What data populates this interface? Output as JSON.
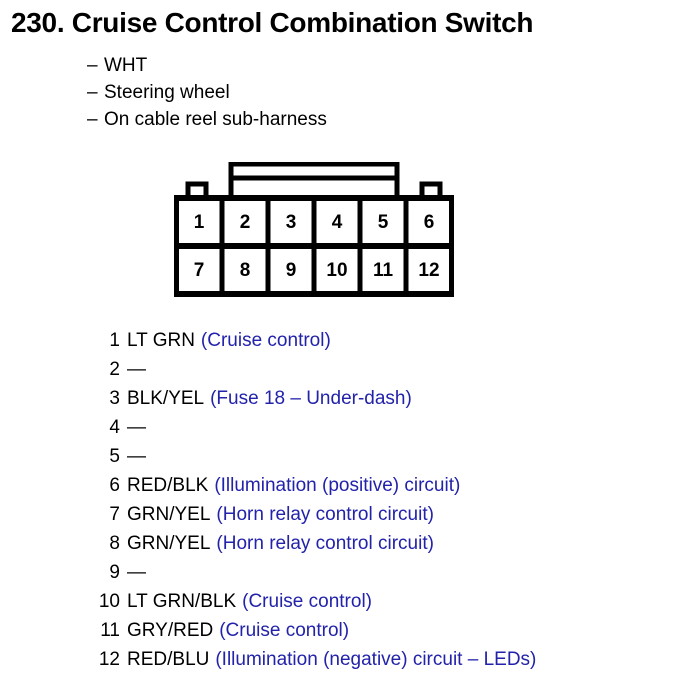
{
  "header": {
    "number": "230.",
    "title": "230. Cruise Control Combination Switch",
    "subtitles": [
      "WHT",
      "Steering wheel",
      "On cable reel sub-harness"
    ],
    "dash": "–"
  },
  "connector": {
    "name": "12-pin connector",
    "rows": 2,
    "columns": 6,
    "pin_numbers": [
      "1",
      "2",
      "3",
      "4",
      "5",
      "6",
      "7",
      "8",
      "9",
      "10",
      "11",
      "12"
    ],
    "top_row": [
      "1",
      "2",
      "3",
      "4",
      "5",
      "6"
    ],
    "bottom_row": [
      "7",
      "8",
      "9",
      "10",
      "11",
      "12"
    ]
  },
  "colors": {
    "description": "#2222AA",
    "outline": "#000000",
    "background": "#FFFFFF"
  },
  "pins": [
    {
      "index": "1",
      "wire": "LT GRN",
      "desc": "(Cruise control)"
    },
    {
      "index": "2",
      "wire": "—",
      "desc": ""
    },
    {
      "index": "3",
      "wire": "BLK/YEL",
      "desc": "(Fuse 18 – Under-dash)"
    },
    {
      "index": "4",
      "wire": "—",
      "desc": ""
    },
    {
      "index": "5",
      "wire": "—",
      "desc": ""
    },
    {
      "index": "6",
      "wire": "RED/BLK",
      "desc": "(Illumination (positive) circuit)"
    },
    {
      "index": "7",
      "wire": "GRN/YEL",
      "desc": "(Horn relay control circuit)"
    },
    {
      "index": "8",
      "wire": "GRN/YEL",
      "desc": "(Horn relay control circuit)"
    },
    {
      "index": "9",
      "wire": "—",
      "desc": ""
    },
    {
      "index": "10",
      "wire": "LT GRN/BLK",
      "desc": "(Cruise control)"
    },
    {
      "index": "11",
      "wire": "GRY/RED",
      "desc": "(Cruise control)"
    },
    {
      "index": "12",
      "wire": "RED/BLU",
      "desc": "(Illumination (negative) circuit – LEDs)"
    }
  ]
}
